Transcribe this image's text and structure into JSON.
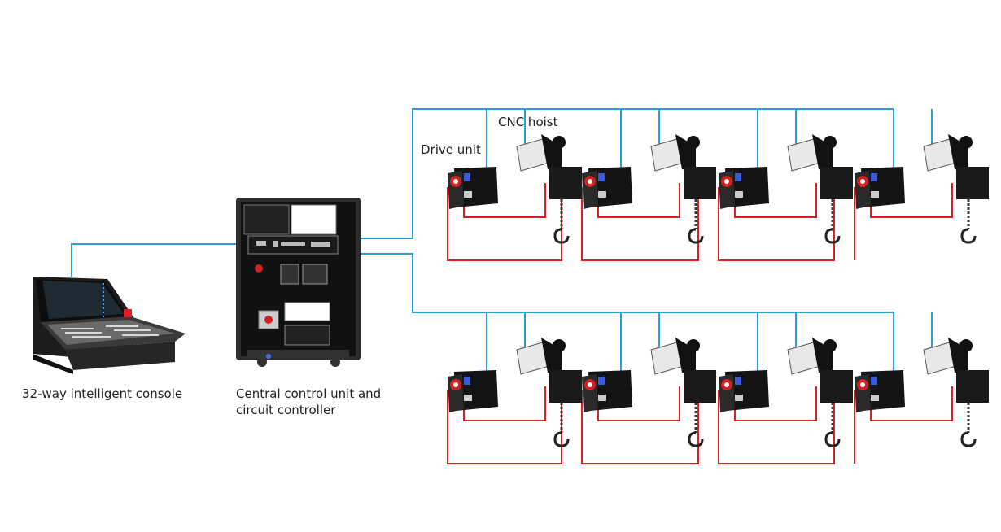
{
  "labels": {
    "console": "32-way intelligent console",
    "central_line1": "Central control unit and",
    "central_line2": "circuit controller",
    "drive_unit": "Drive unit",
    "cnc_hoist": "CNC hoist"
  },
  "colors": {
    "control_cable": "#2a9fd6",
    "power_cable": "#e02020",
    "equipment": "#1a1a1a",
    "accent_red": "#d32020",
    "background": "#ffffff"
  },
  "devices": {
    "console_icon": "lighting-console",
    "cabinet_icon": "rack-cabinet",
    "drive_icon": "drive-box",
    "hoist_icon": "chain-hoist"
  },
  "layout_rows": 2,
  "units_per_row": 4
}
